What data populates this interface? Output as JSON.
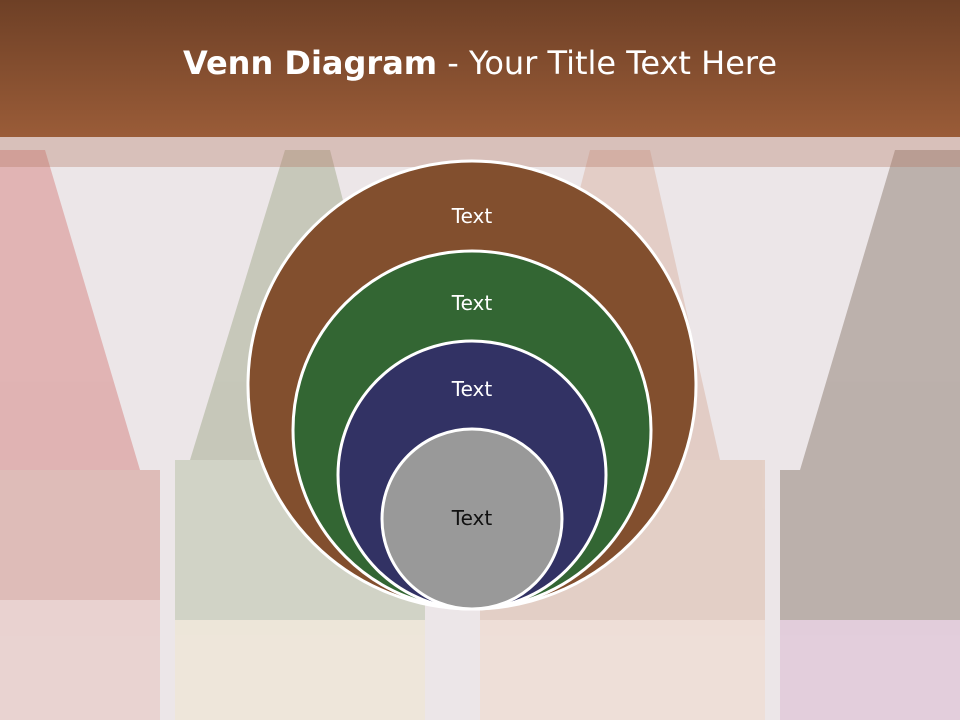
{
  "slide": {
    "title_bold": "Venn Diagram",
    "title_rest": " - Your Title Text Here"
  },
  "colors": {
    "header": "#8a4e2e",
    "ring1": "#824f2e",
    "ring2": "#336633",
    "ring3": "#323264",
    "ring4": "#999999"
  },
  "diagram": {
    "rings": [
      {
        "label": "Text",
        "color": "#824f2e"
      },
      {
        "label": "Text",
        "color": "#336633"
      },
      {
        "label": "Text",
        "color": "#323264"
      },
      {
        "label": "Text",
        "color": "#999999"
      }
    ]
  }
}
